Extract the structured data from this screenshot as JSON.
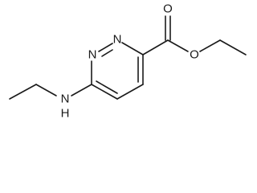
{
  "molecule": {
    "atoms": {
      "ring_n1": "N",
      "ring_n2": "N",
      "carbonyl_o": "O",
      "ester_o": "O",
      "amine_n": "N",
      "amine_h": "H"
    }
  }
}
